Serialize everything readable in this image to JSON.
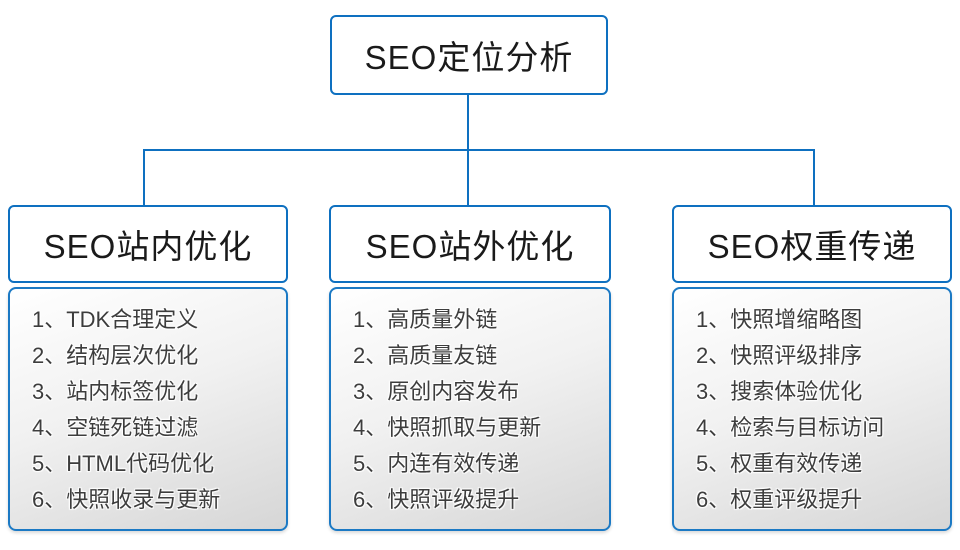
{
  "diagram": {
    "root": {
      "title": "SEO定位分析"
    },
    "branches": [
      {
        "title": "SEO站内优化",
        "items": [
          "1、TDK合理定义",
          "2、结构层次优化",
          "3、站内标签优化",
          "4、空链死链过滤",
          "5、HTML代码优化",
          "6、快照收录与更新"
        ]
      },
      {
        "title": "SEO站外优化",
        "items": [
          "1、高质量外链",
          "2、高质量友链",
          "3、原创内容发布",
          "4、快照抓取与更新",
          "5、内连有效传递",
          "6、快照评级提升"
        ]
      },
      {
        "title": "SEO权重传递",
        "items": [
          "1、快照增缩略图",
          "2、快照评级排序",
          "3、搜索体验优化",
          "4、检索与目标访问",
          "5、权重有效传递",
          "6、权重评级提升"
        ]
      }
    ],
    "colors": {
      "connector": "#0e70c0",
      "box_border": "#0e70c0",
      "title_text": "#1a1a1a",
      "item_text": "#3d3d3d",
      "panel_gradient_top": "#ffffff",
      "panel_gradient_bottom": "#d6d6d6"
    }
  }
}
